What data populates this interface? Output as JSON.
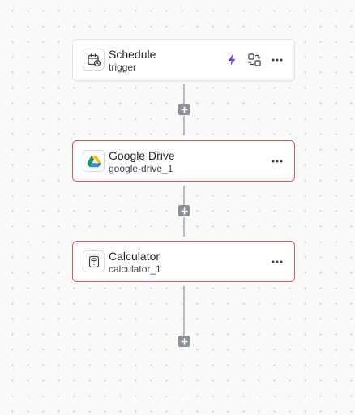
{
  "canvas": {
    "background": "#fafafb",
    "dot_color": "#c9ccd2"
  },
  "nodes": [
    {
      "title": "Schedule",
      "subtitle": "trigger",
      "icon": "calendar-clock-icon",
      "status": "normal",
      "actions": [
        "lightning-icon",
        "convert-icon",
        "more-icon"
      ]
    },
    {
      "title": "Google Drive",
      "subtitle": "google-drive_1",
      "icon": "google-drive-icon",
      "status": "error",
      "actions": [
        "more-icon"
      ]
    },
    {
      "title": "Calculator",
      "subtitle": "calculator_1",
      "icon": "calculator-icon",
      "status": "error",
      "actions": [
        "more-icon"
      ]
    }
  ],
  "add_buttons": [
    "plus-icon",
    "plus-icon",
    "plus-icon"
  ],
  "colors": {
    "error_border": "#e0515b",
    "trigger_accent": "#7c3aed",
    "connector": "#b9bcc3",
    "add_button": "#8b9099"
  }
}
